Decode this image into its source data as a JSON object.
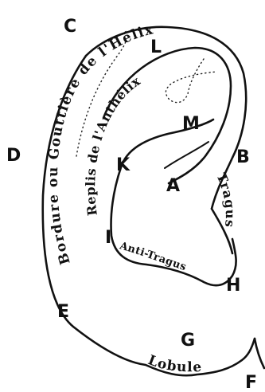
{
  "figure": {
    "points": {
      "C": "C",
      "L": "L",
      "M": "M",
      "D": "D",
      "K": "K",
      "A": "A",
      "B": "B",
      "I": "I",
      "H": "H",
      "E": "E",
      "G": "G",
      "F": "F"
    },
    "region_labels": {
      "bordure": "Bordure ou Gouttière de l'Hélix",
      "anthelix": "Replis de l'Anthélix",
      "tragus": "Tragus",
      "antitragus": "Anti-Tragus",
      "lobule": "Lobule"
    },
    "colors": {
      "ink": "#111111",
      "paper": "#ffffff"
    }
  }
}
